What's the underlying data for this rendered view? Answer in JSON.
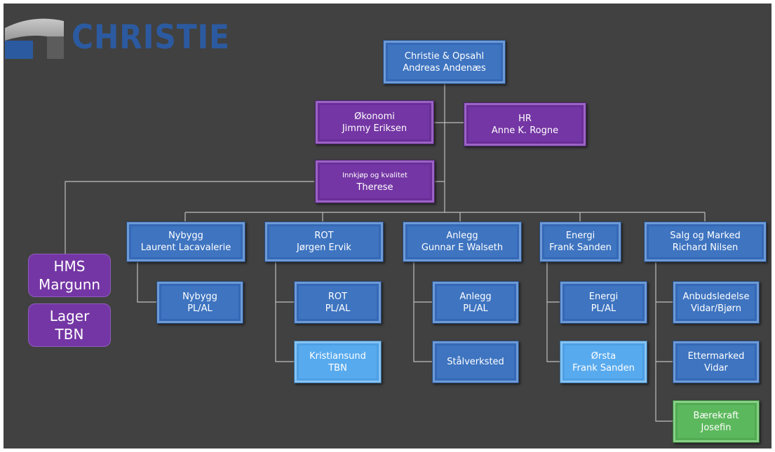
{
  "logo": {
    "text": "CHRISTIE"
  },
  "chart": {
    "ceo": {
      "line1": "Christie & Opsahl",
      "line2": "Andreas Andenæs"
    },
    "staff": [
      {
        "line1": "Økonomi",
        "line2": "Jimmy Eriksen"
      },
      {
        "line1": "HR",
        "line2": "Anne K. Rogne"
      },
      {
        "line1": "Innkjøp og kvalitet",
        "line2": "Therese"
      }
    ],
    "side": [
      {
        "line1": "HMS",
        "line2": "Margunn"
      },
      {
        "line1": "Lager",
        "line2": "TBN"
      }
    ],
    "departments": [
      {
        "line1": "Nybygg",
        "line2": "Laurent Lacavalerie"
      },
      {
        "line1": "ROT",
        "line2": "Jørgen Ervik"
      },
      {
        "line1": "Anlegg",
        "line2": "Gunnar E Walseth"
      },
      {
        "line1": "Energi",
        "line2": "Frank Sanden"
      },
      {
        "line1": "Salg og Marked",
        "line2": "Richard Nilsen"
      }
    ],
    "subunits": {
      "nybygg": [
        {
          "line1": "Nybygg",
          "line2": "PL/AL"
        }
      ],
      "rot": [
        {
          "line1": "ROT",
          "line2": "PL/AL"
        },
        {
          "line1": "Kristiansund",
          "line2": "TBN"
        }
      ],
      "anlegg": [
        {
          "line1": "Anlegg",
          "line2": "PL/AL"
        },
        {
          "line1": "Stålverksted",
          "line2": ""
        }
      ],
      "energi": [
        {
          "line1": "Energi",
          "line2": "PL/AL"
        },
        {
          "line1": "Ørsta",
          "line2": "Frank Sanden"
        }
      ],
      "salg": [
        {
          "line1": "Anbudsledelse",
          "line2": "Vidar/Bjørn"
        },
        {
          "line1": "Ettermarked",
          "line2": "Vidar"
        },
        {
          "line1": "Bærekraft",
          "line2": "Josefin"
        }
      ]
    }
  },
  "colors": {
    "background": "#414141",
    "blue": "#3e74c0",
    "purple": "#7436a4",
    "light_blue": "#58aaee",
    "green": "#5cb85c",
    "connector": "#bfbfbf",
    "logo": "#2c5aa0"
  }
}
